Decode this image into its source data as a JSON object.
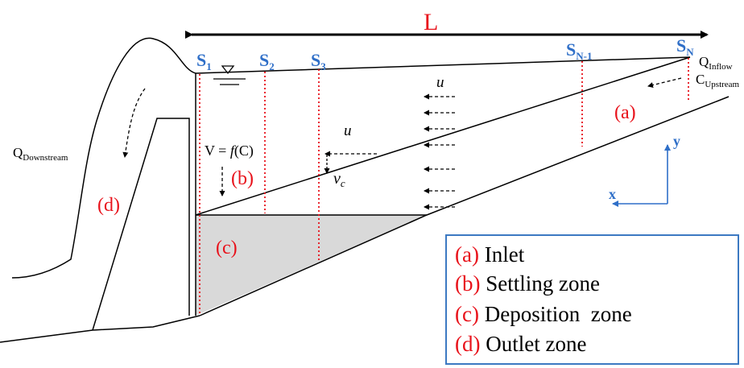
{
  "length_label": "L",
  "sections": {
    "s1": {
      "main": "S",
      "sub": "1"
    },
    "s2": {
      "main": "S",
      "sub": "2"
    },
    "s3": {
      "main": "S",
      "sub": "3"
    },
    "sn1": {
      "main": "S",
      "sub": "N-1"
    },
    "sn": {
      "main": "S",
      "sub": "N"
    }
  },
  "flows": {
    "q_inflow": {
      "main": "Q",
      "sub": "Inflow"
    },
    "c_upstream": {
      "main": "C",
      "sub": "Upstream"
    },
    "q_downstream": {
      "main": "Q",
      "sub": "Downstream"
    }
  },
  "velocity": {
    "u_top": "u",
    "u_mid": "u",
    "vc_main": "v",
    "vc_sub": "c",
    "settling_prefix": "V = ",
    "settling_func": "f",
    "settling_suffix": "(C)"
  },
  "zone_tags": {
    "a": "(a)",
    "b": "(b)",
    "c": "(c)",
    "d": "(d)"
  },
  "axes": {
    "x": "x",
    "y": "y"
  },
  "legend": {
    "items": [
      {
        "tag": "(a)",
        "text": " Inlet"
      },
      {
        "tag": "(b)",
        "text": " Settling zone"
      },
      {
        "tag": "(c)",
        "text": " Deposition  zone"
      },
      {
        "tag": "(d)",
        "text": " Outlet zone"
      }
    ]
  },
  "colors": {
    "accent_red": "#e8121b",
    "section_blue": "#2f6fc8",
    "legend_border": "#3c79c2",
    "deposit_fill": "#d9d9d9"
  }
}
